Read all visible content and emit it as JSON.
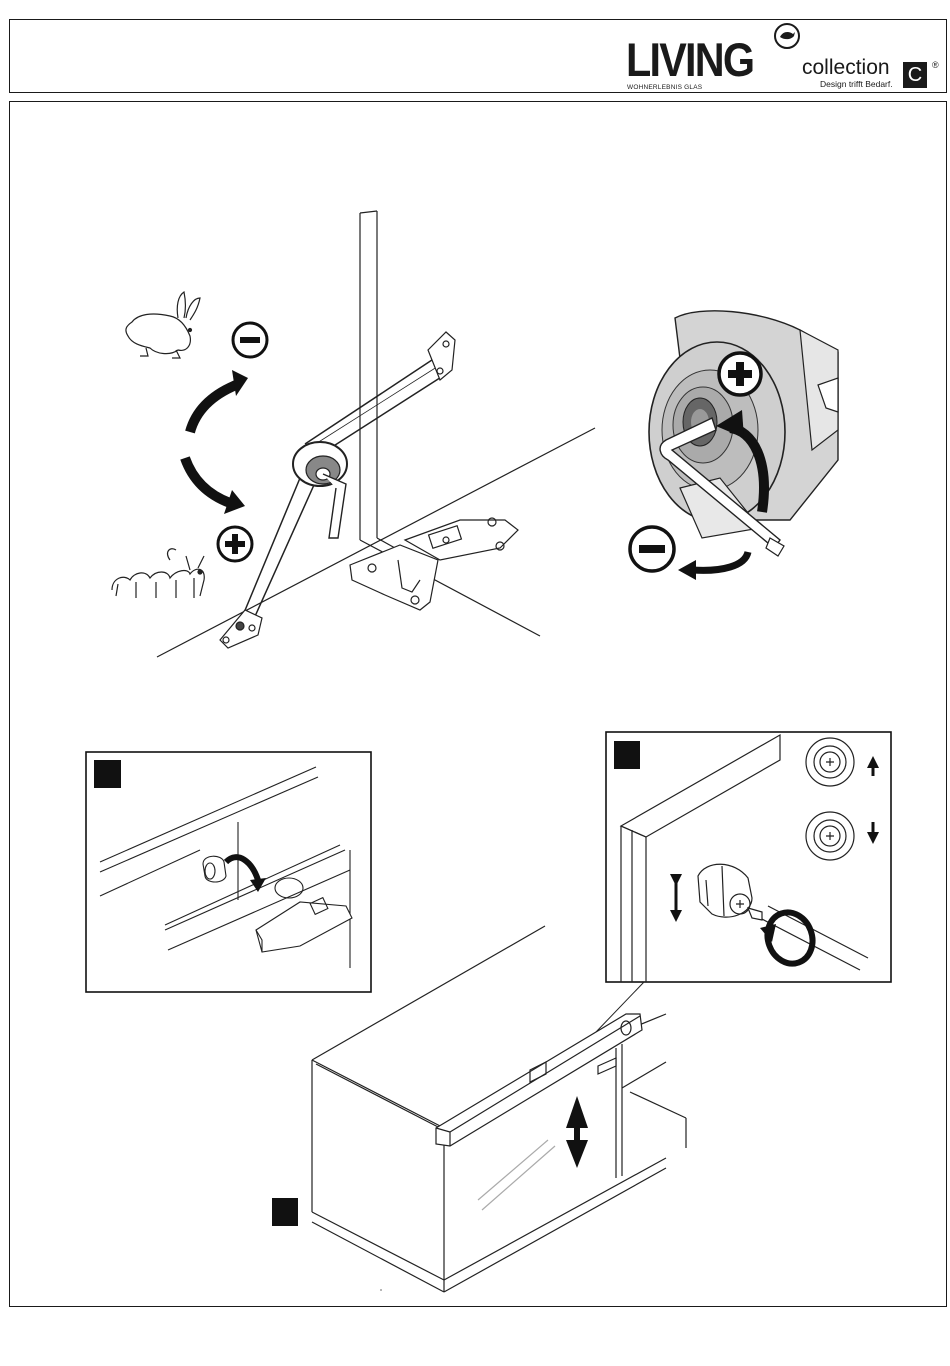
{
  "header": {
    "brand": "LIVING",
    "brand_sub": "WOHNERLEBNIS GLAS",
    "collection": "collection",
    "tagline": "Design trifft Bedarf.",
    "c_mark": "C",
    "registered": "®"
  },
  "diagram": {
    "icons": [
      "rabbit-icon",
      "caterpillar-icon",
      "minus-icon",
      "plus-icon",
      "allen-key-icon",
      "screwdriver-icon",
      "arrow-up-icon",
      "arrow-down-icon"
    ],
    "step_badges": 3
  }
}
